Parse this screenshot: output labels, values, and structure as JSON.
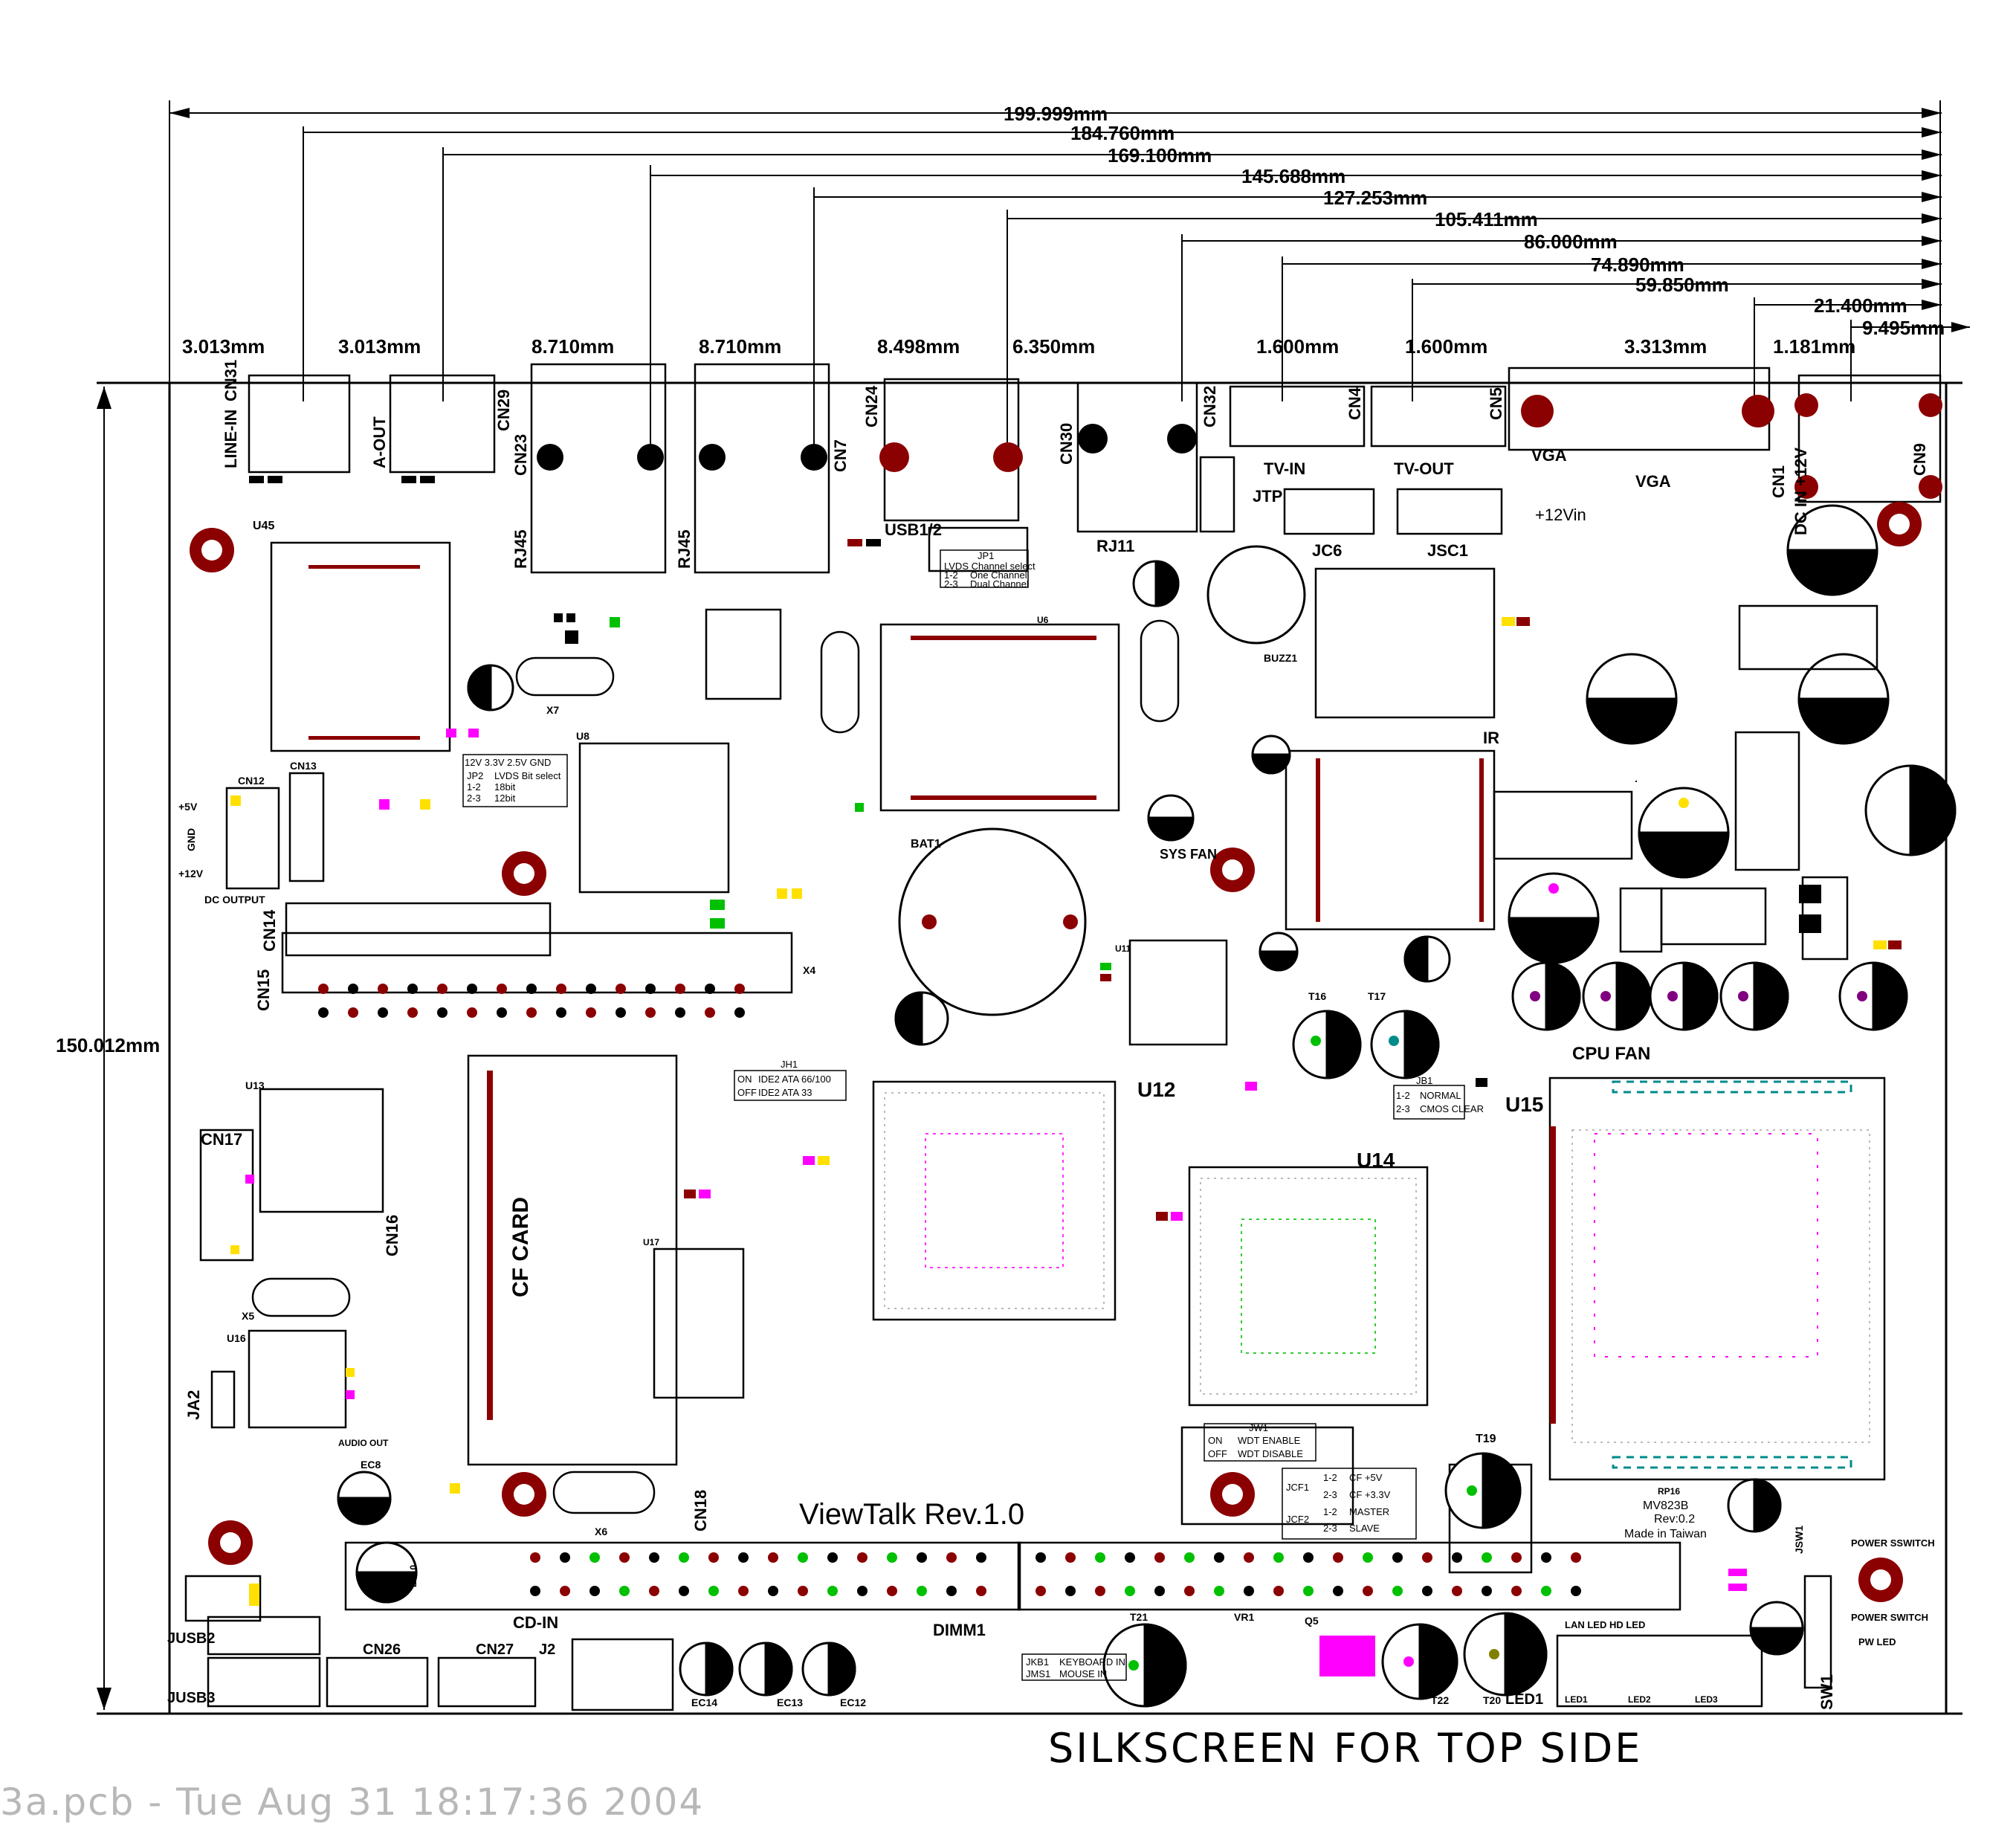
{
  "title": "SILKSCREEN FOR TOP SIDE",
  "footer": "3a.pcb - Tue Aug 31 18:17:36 2004",
  "board_name": "ViewTalk Rev.1.0",
  "dimensions": {
    "horizontal": [
      "199.999mm",
      "184.760mm",
      "169.100mm",
      "145.688mm",
      "127.253mm",
      "105.411mm",
      "86.000mm",
      "74.890mm",
      "59.850mm",
      "21.400mm",
      "9.495mm"
    ],
    "vertical": "150.012mm",
    "connector_offsets": [
      "3.013mm",
      "3.013mm",
      "8.710mm",
      "8.710mm",
      "8.498mm",
      "6.350mm",
      "1.600mm",
      "1.600mm",
      "3.313mm",
      "1.181mm"
    ]
  },
  "labels": {
    "line_in": "LINE-IN",
    "cn31": "CN31",
    "a_out": "A-OUT",
    "cn29": "CN29",
    "cn23": "CN23",
    "rj45a": "RJ45",
    "rj45b": "RJ45",
    "cn7": "CN7",
    "cn24": "CN24",
    "usb12": "USB1/2",
    "cn30": "CN30",
    "rj11": "RJ11",
    "cn32": "CN32",
    "cn4": "CN4",
    "cn5": "CN5",
    "tv_in": "TV-IN",
    "tv_out": "TV-OUT",
    "vga": "VGA",
    "vga2": "VGA",
    "cn1": "CN1",
    "dc_in": "DC IN +12V",
    "cn9": "CN9",
    "jtp": "JTP",
    "jc6": "JC6",
    "jsc1": "JSC1",
    "plus12vin": "+12Vin",
    "u45": "U45",
    "cn12": "CN12",
    "dc_output": "DC OUTPUT",
    "p5v": "+5V",
    "gnd": "GND",
    "p12v": "+12V",
    "cn13": "CN13",
    "cn14": "CN14",
    "cn15": "CN15",
    "cn16": "CN16",
    "cn17": "CN17",
    "cf_card": "CF CARD",
    "cn18": "CN18",
    "u12": "U12",
    "u14": "U14",
    "u15": "U15",
    "cpu_fan": "CPU FAN",
    "sys_fan": "SYS FAN",
    "bat1": "BAT1",
    "buzz1": "BUZZ1",
    "ir": "IR",
    "dimm1": "DIMM1",
    "cd_in": "CD-IN",
    "jusb2": "JUSB2",
    "jusb3": "JUSB3",
    "cn26": "CN26",
    "cn27": "CN27",
    "ja2": "JA2",
    "led1": "LED1",
    "led1a": "LED1",
    "led2": "LED2",
    "led3": "LED3",
    "power_sswitch": "POWER SSWITCH",
    "power_switch": "POWER SWITCH",
    "pw_led": "PW LED",
    "sw1": "SW1",
    "jsw1": "JSW1",
    "mv823b": "MV823B",
    "rev": "Rev:0.2",
    "made_in": "Made in Taiwan",
    "t19": "T19",
    "t20": "T20",
    "t21": "T21",
    "t22": "T22",
    "t16": "T16",
    "t17": "T17",
    "ec14": "EC14",
    "ec13": "EC13",
    "ec12": "EC12",
    "q5": "Q5",
    "vr1": "VR1",
    "x4": "X4",
    "x5": "X5",
    "x6": "X6",
    "x7": "X7",
    "u16": "U16",
    "u13": "U13",
    "u8": "U8",
    "u6": "U6",
    "u11": "U11",
    "u17": "U17",
    "ec8": "EC8",
    "ec10": "EC10",
    "audio_out": "AUDIO OUT",
    "j2": "J2",
    "lan_led": "LAN LED HD LED",
    "rp16": "RP16"
  },
  "tables": {
    "jp1": {
      "title": "JP1",
      "rows": [
        [
          "LVDS Channel select",
          ""
        ],
        [
          "1-2",
          "One Channel"
        ],
        [
          "2-3",
          "Dual Channel"
        ]
      ]
    },
    "jp2": {
      "title": "12V  3.3V  2.5V GND",
      "rows": [
        [
          "JP2",
          "LVDS Bit select"
        ],
        [
          "1-2",
          "18bit"
        ],
        [
          "2-3",
          "12bit"
        ]
      ]
    },
    "jh1": {
      "title": "JH1",
      "rows": [
        [
          "ON",
          "IDE2 ATA 66/100"
        ],
        [
          "OFF",
          "IDE2 ATA 33"
        ]
      ]
    },
    "jb1": {
      "title": "JB1",
      "rows": [
        [
          "1-2",
          "NORMAL"
        ],
        [
          "2-3",
          "CMOS CLEAR"
        ]
      ]
    },
    "jw1": {
      "title": "JW1",
      "rows": [
        [
          "ON",
          "WDT ENABLE"
        ],
        [
          "OFF",
          "WDT DISABLE"
        ]
      ]
    },
    "jcf": {
      "rows": [
        [
          "JCF1",
          "1-2",
          "CF +5V"
        ],
        [
          "",
          "2-3",
          "CF +3.3V"
        ],
        [
          "JCF2",
          "1-2",
          "MASTER"
        ],
        [
          "",
          "2-3",
          "SLAVE"
        ]
      ]
    },
    "jkb": {
      "rows": [
        [
          "JKB1",
          "KEYBOARD IN"
        ],
        [
          "JMS1",
          "MOUSE IN"
        ]
      ]
    }
  },
  "colors": {
    "pad_red": "#8b0000",
    "pad_green": "#00c000",
    "pad_yellow": "#ffe000",
    "pad_magenta": "#ff00ff",
    "pad_teal": "#008b8b",
    "ink": "#000000"
  }
}
